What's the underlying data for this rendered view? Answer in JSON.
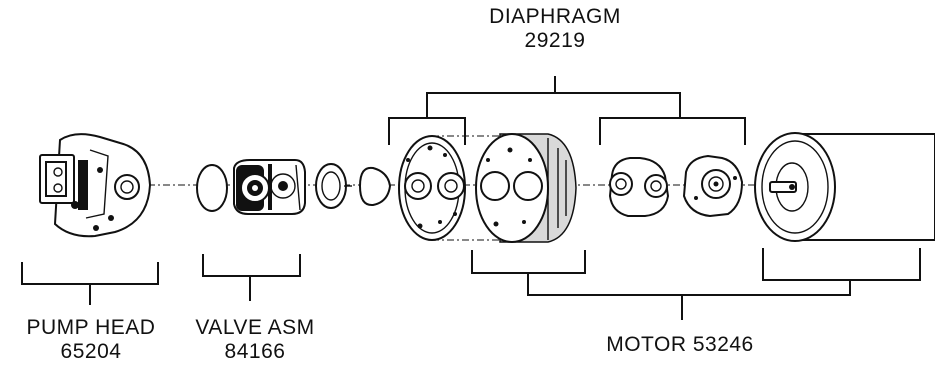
{
  "labels": {
    "diaphragm": {
      "name": "DIAPHRAGM",
      "number": "29219"
    },
    "pump_head": {
      "name": "PUMP HEAD",
      "number": "65204"
    },
    "valve_asm": {
      "name": "VALVE ASM",
      "number": "84166"
    },
    "motor": {
      "name": "MOTOR 53246"
    }
  },
  "colors": {
    "line": "#111111",
    "background": "#ffffff"
  }
}
